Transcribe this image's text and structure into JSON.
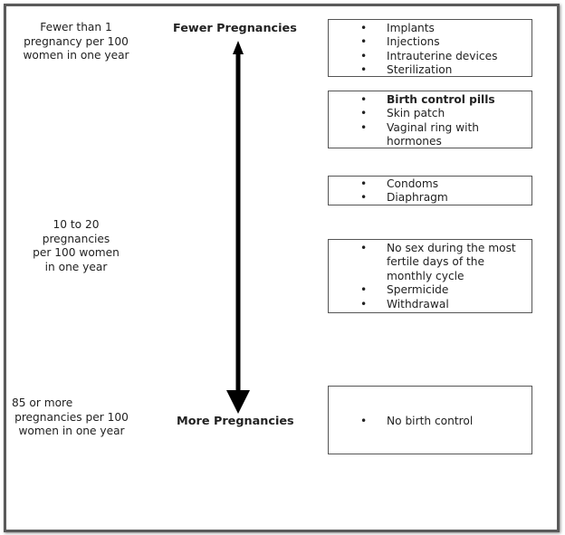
{
  "left_labels": {
    "top": [
      "Fewer than 1",
      "pregnancy per 100",
      "women in one year"
    ],
    "middle": [
      "10 to 20",
      "pregnancies",
      "per 100 women",
      "in one year"
    ],
    "bottom": [
      "85 or more",
      "pregnancies per 100",
      "women in one year"
    ]
  },
  "headings": {
    "top": "Fewer Pregnancies",
    "bottom": "More Pregnancies"
  },
  "groups": [
    {
      "items": [
        {
          "text": "Implants",
          "bold": false
        },
        {
          "text": "Injections",
          "bold": false
        },
        {
          "text": "Intrauterine devices",
          "bold": false
        },
        {
          "text": "Sterilization",
          "bold": false
        }
      ]
    },
    {
      "items": [
        {
          "text": "Birth control pills",
          "bold": true
        },
        {
          "text": "Skin patch",
          "bold": false
        },
        {
          "text": "Vaginal ring with",
          "bold": false
        },
        {
          "text": "hormones",
          "bold": false,
          "continuation": true
        }
      ]
    },
    {
      "items": [
        {
          "text": "Condoms",
          "bold": false
        },
        {
          "text": "Diaphragm",
          "bold": false
        }
      ]
    },
    {
      "items": [
        {
          "text": "No sex during the most",
          "bold": false
        },
        {
          "text": "fertile days of the",
          "bold": false,
          "continuation": true
        },
        {
          "text": "monthly cycle",
          "bold": false,
          "continuation": true
        },
        {
          "text": "Spermicide",
          "bold": false
        },
        {
          "text": "Withdrawal",
          "bold": false
        }
      ]
    },
    {
      "items": [
        {
          "text": "No birth control",
          "bold": false
        }
      ]
    }
  ]
}
